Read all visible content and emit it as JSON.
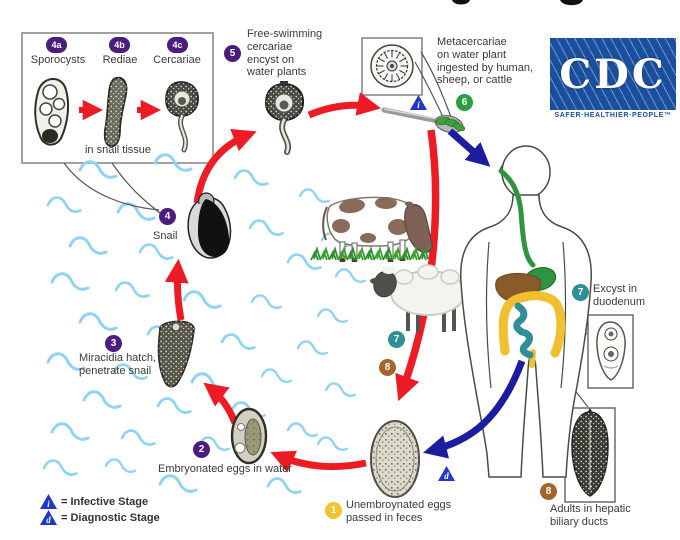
{
  "stages": {
    "s1": {
      "num": "1",
      "label": "Unembroynated eggs\npassed in feces"
    },
    "s2": {
      "num": "2",
      "label": "Embryonated eggs in water"
    },
    "s3": {
      "num": "3",
      "label": "Miracidia hatch,\npenetrate snail"
    },
    "s4": {
      "num": "4",
      "label": "Snail"
    },
    "s5": {
      "num": "5",
      "label": "Free-swimming\ncercariae\nencyst on\nwater plants"
    },
    "s6": {
      "num": "6",
      "label": "Metacercariae\non water plant\ningested by human,\nsheep, or cattle"
    },
    "s7": {
      "num": "7",
      "label": "Excyst in\nduodenum"
    },
    "s8": {
      "num": "8",
      "label": "Adults in hepatic\nbiliary ducts"
    }
  },
  "snail_box": {
    "caption": "in snail tissue",
    "stages": [
      {
        "num": "4a",
        "label": "Sporocysts"
      },
      {
        "num": "4b",
        "label": "Rediae"
      },
      {
        "num": "4c",
        "label": "Cercariae"
      }
    ]
  },
  "legend": {
    "infective": {
      "symbol": "i",
      "label": "= Infective Stage"
    },
    "diagnostic": {
      "symbol": "d",
      "label": "= Diagnostic Stage"
    }
  },
  "logo": {
    "acronym": "CDC",
    "tagline": "SAFER·HEALTHIER·PEOPLE™"
  },
  "colors": {
    "arrow_red": "#ed1c24",
    "arrow_blue": "#1c1c9e",
    "triangle_blue": "#2236cc",
    "badge_purple": "#4a1d7e",
    "badge_green": "#2f9e41",
    "badge_teal": "#2e8f96",
    "badge_brown": "#a3652c",
    "badge_yellow": "#f2c230",
    "wave_blue": "#8fd4f2",
    "cdc_blue": "#1a4e9e"
  }
}
